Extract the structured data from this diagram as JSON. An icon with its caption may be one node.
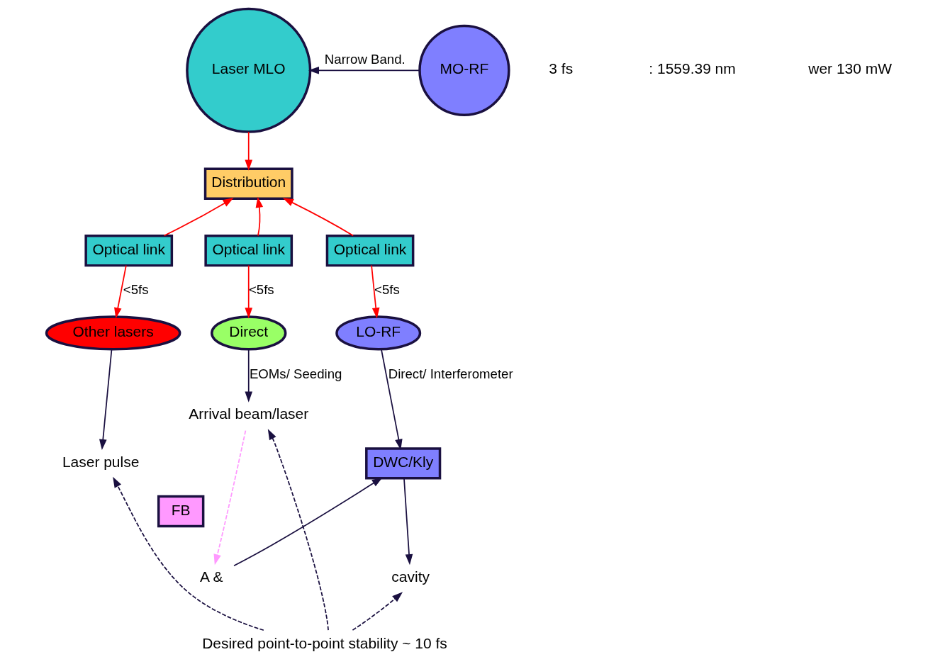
{
  "diagram": {
    "nodes": [
      {
        "text": [
          "Laser MLO"
        ]
      },
      {
        "text": [
          "MO-RF"
        ]
      },
      {
        "text": [
          "Distribution"
        ]
      },
      {
        "text": [
          "Optical link"
        ]
      },
      {
        "text": [
          "Optical link"
        ]
      },
      {
        "text": [
          "Optical link"
        ]
      },
      {
        "text": [
          "Other lasers"
        ]
      },
      {
        "text": [
          "Direct"
        ]
      },
      {
        "text": [
          "LO-RF"
        ]
      },
      {
        "text": [
          "DWC/Kly"
        ]
      },
      {
        "text": [
          "Laser pulse"
        ]
      },
      {
        "text": [
          "Arrival beam/laser"
        ]
      },
      {
        "text": [
          "FB"
        ]
      },
      {
        "text": [
          "A &"
        ]
      },
      {
        "text": [
          "cavity"
        ]
      },
      {
        "text": [
          "Desired point-to-point stability ~ 10 fs"
        ]
      }
    ],
    "edges": [
      {
        "from": 1,
        "to": 0,
        "arrow": "to",
        "label": "Narrow Band."
      },
      {
        "from": 0,
        "to": 2,
        "arrow": "to",
        "color": "#ff0000"
      },
      {
        "from": 3,
        "to": 2,
        "arrow": "to",
        "color": "#ff0000"
      },
      {
        "from": 4,
        "to": 2,
        "arrow": "to",
        "color": "#ff0000"
      },
      {
        "from": 5,
        "to": 2,
        "arrow": "to",
        "color": "#ff0000"
      },
      {
        "from": 3,
        "to": 6,
        "arrow": "to",
        "label": "<5fs",
        "color": "#ff0000"
      },
      {
        "from": 4,
        "to": 7,
        "arrow": "to",
        "label": "<5fs",
        "color": "#ff0000"
      },
      {
        "from": 5,
        "to": 8,
        "arrow": "to",
        "label": "<5fs",
        "color": "#ff0000"
      },
      {
        "from": 6,
        "to": 10,
        "arrow": "to"
      },
      {
        "from": 7,
        "to": 11,
        "arrow": "to",
        "label": "EOMs/ Seeding"
      },
      {
        "from": 8,
        "to": 9,
        "arrow": "to",
        "label": "Direct/ Interferometer"
      },
      {
        "from": 9,
        "to": 14,
        "arrow": "to"
      },
      {
        "from": 11,
        "to": 13,
        "arrow": "to",
        "style": "dashed",
        "color": "#ff99ff"
      },
      {
        "from": 13,
        "to": 9,
        "arrow": "to"
      },
      {
        "from": 15,
        "to": 10,
        "arrow": "to",
        "style": "dashed"
      },
      {
        "from": 15,
        "to": 11,
        "arrow": "to",
        "style": "dashed"
      },
      {
        "from": 15,
        "to": 14,
        "arrow": "to",
        "style": "dashed"
      }
    ],
    "labels": [
      "3 fs",
      ": 1559.39 nm",
      "wer 130 mW"
    ]
  }
}
